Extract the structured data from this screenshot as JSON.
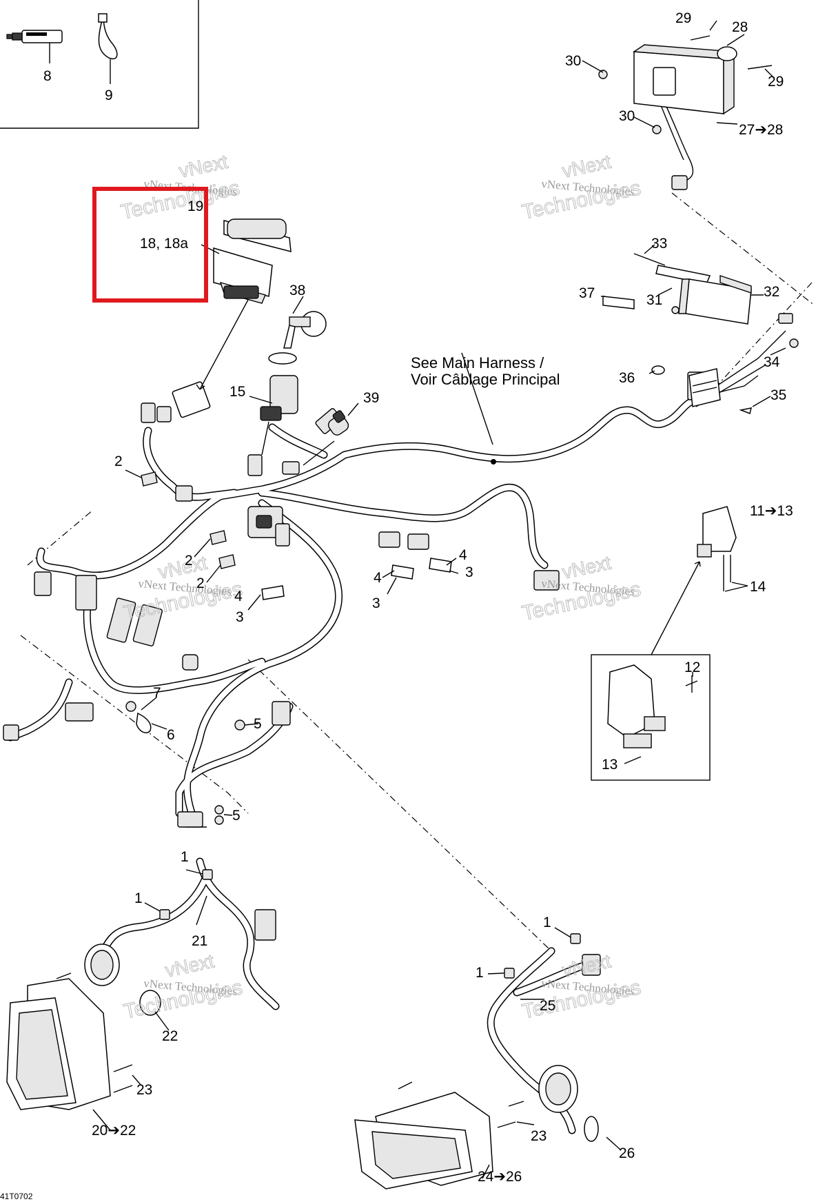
{
  "labels": {
    "p1a": "1",
    "p1b": "1",
    "p1c": "1",
    "p1d": "1",
    "p2a": "2",
    "p2b": "2",
    "p2c": "2",
    "p3a": "3",
    "p3b": "3",
    "p3c": "3",
    "p4a": "4",
    "p4b": "4",
    "p4c": "4",
    "p5a": "5",
    "p5b": "5",
    "p6": "6",
    "p7": "7",
    "p8": "8",
    "p9": "9",
    "p11_13": "11➔13",
    "p12": "12",
    "p13": "13",
    "p14": "14",
    "p15": "15",
    "p18": "18, 18a",
    "p19": "19",
    "p20_22": "20➔22",
    "p21": "21",
    "p22": "22",
    "p23a": "23",
    "p23b": "23",
    "p24_26": "24➔26",
    "p25": "25",
    "p26": "26",
    "p27_28": "27➔28",
    "p28": "28",
    "p29a": "29",
    "p29b": "29",
    "p30a": "30",
    "p30b": "30",
    "p31": "31",
    "p32": "32",
    "p33": "33",
    "p34": "34",
    "p35": "35",
    "p36": "36",
    "p37": "37",
    "p38": "38",
    "p39": "39"
  },
  "note": {
    "line1": "See Main Harness /",
    "line2": "Voir Câblage Principal"
  },
  "watermark": {
    "line1": "vNext",
    "line2": "Technologies",
    "line3": "vNext Technologies"
  },
  "figure_code": "41T0702",
  "highlight_color": "#e0191e"
}
